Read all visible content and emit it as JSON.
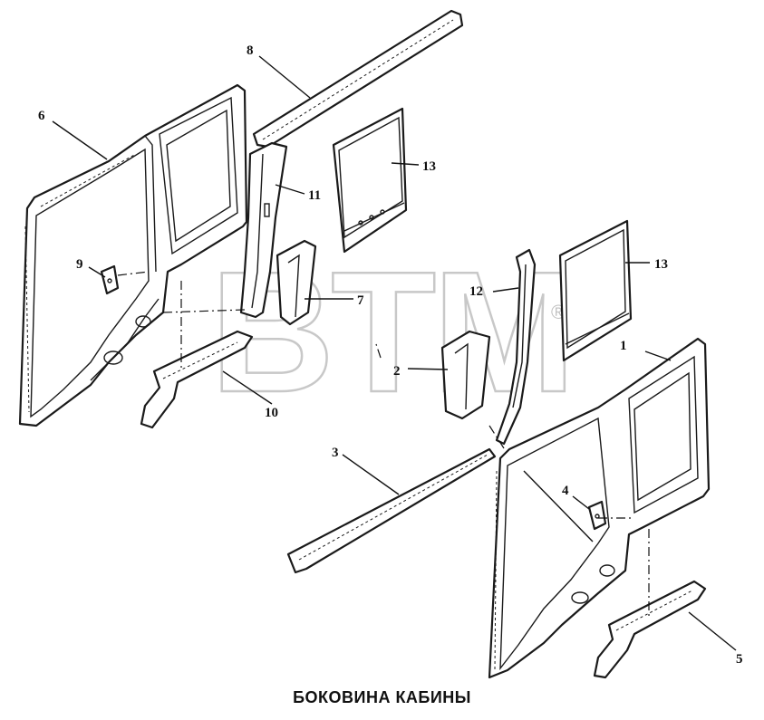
{
  "caption": "БОКОВИНА КАБИНЫ",
  "watermark": {
    "text": "BTM",
    "mark": "®"
  },
  "callouts": {
    "c1": "1",
    "c2": "2",
    "c3": "3",
    "c4": "4",
    "c5": "5",
    "c6": "6",
    "c7": "7",
    "c8": "8",
    "c9": "9",
    "c10": "10",
    "c11": "11",
    "c12": "12",
    "c13a": "13",
    "c13b": "13"
  },
  "colors": {
    "ink": "#1a1a1a",
    "watermark": "#c8c8c8",
    "background": "#ffffff"
  }
}
